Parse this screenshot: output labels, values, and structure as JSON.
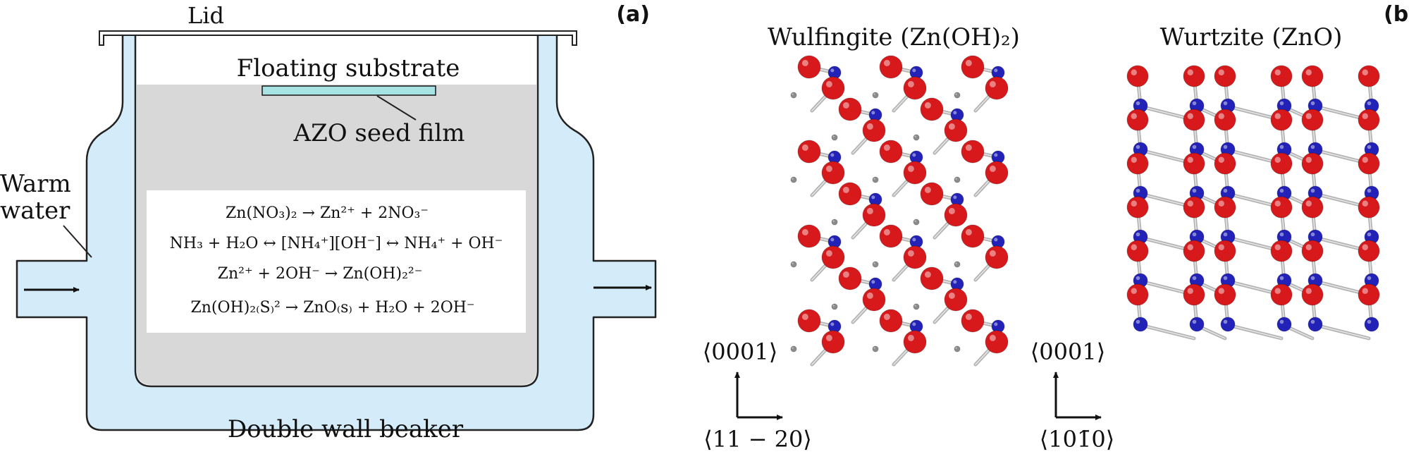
{
  "panel_a": {
    "tag": "(a)",
    "lid_label": "Lid",
    "substrate_label": "Floating substrate",
    "seed_film_label": "AZO seed film",
    "warm_water_line1": "Warm",
    "warm_water_line2": "water",
    "beaker_label": "Double wall beaker",
    "equations": [
      "Zn(NO₃)₂ → Zn²⁺ + 2NO₃⁻",
      "NH₃ + H₂O ↔ [NH₄⁺][OH⁻] ↔ NH₄⁺ + OH⁻",
      "Zn²⁺ + 2OH⁻ → Zn(OH)₂²⁻",
      "Zn(OH)₂₍S₎²  → ZnO₍s₎ + H₂O + 2OH⁻"
    ]
  },
  "panel_b": {
    "tag": "(b)",
    "wulfingite_title": "Wulfingite (Zn(OH)₂)",
    "wurtzite_title": "Wurtzite (ZnO)",
    "axis_left_up": "⟨0001⟩",
    "axis_left_right": "⟨11 − 20⟩",
    "axis_right_up": "⟨0001⟩",
    "axis_right_right": "⟨101̄0⟩"
  },
  "colors": {
    "water": "#d4ecfa",
    "solution": "#d8d8d8",
    "substrate": "#a8e3e3",
    "oxygen": "#d7191c",
    "zinc": "#2222b8",
    "hydrogen": "#8c8c8c",
    "bond": "#b4b4b4"
  }
}
